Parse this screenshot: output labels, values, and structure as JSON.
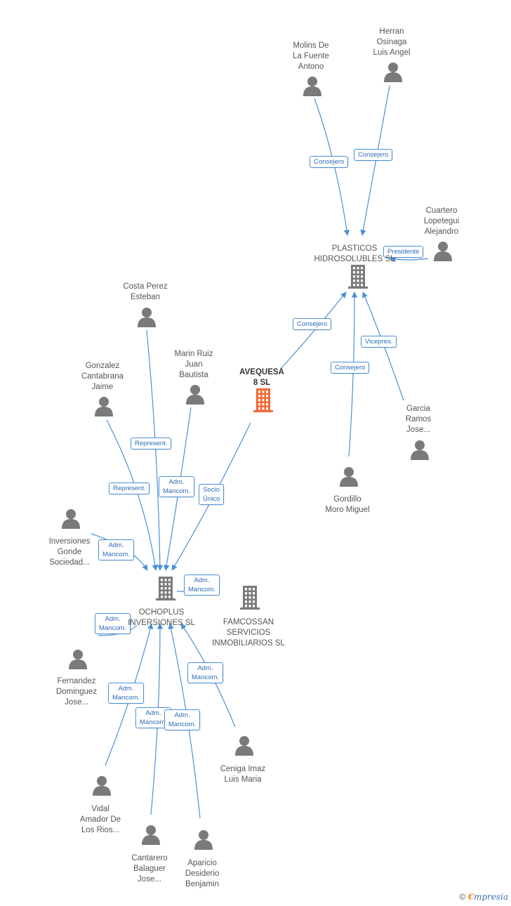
{
  "nodes": {
    "molins": {
      "label": "Molins De\nLa Fuente\nAntono",
      "type": "person"
    },
    "herran": {
      "label": "Herran\nOsinaga\nLuis Angel",
      "type": "person"
    },
    "cuartero": {
      "label": "Cuartero\nLopetegui\nAlejandro",
      "type": "person"
    },
    "plasticos": {
      "label": "PLASTICOS\nHIDROSOLUBLES SL",
      "type": "company"
    },
    "avequesa": {
      "label": "AVEQUESA\n8 SL",
      "type": "company-main"
    },
    "garcia": {
      "label": "Garcia\nRamos\nJose...",
      "type": "person"
    },
    "gordillo": {
      "label": "Gordillo\nMoro Miguel",
      "type": "person"
    },
    "costa": {
      "label": "Costa Perez\nEsteban",
      "type": "person"
    },
    "gonzalez": {
      "label": "Gonzalez\nCantabrana\nJaime",
      "type": "person"
    },
    "marin": {
      "label": "Marin Ruiz\nJuan\nBautista",
      "type": "person"
    },
    "inversiones_gonde": {
      "label": "Inversiones\nGonde\nSociedad...",
      "type": "person"
    },
    "ochoplus": {
      "label": "OCHOPLUS\nINVERSIONES SL",
      "type": "company"
    },
    "famcossan": {
      "label": "FAMCOSSAN\nSERVICIOS\nINMOBILIARIOS SL",
      "type": "company"
    },
    "fernandez": {
      "label": "Fernandez\nDominguez\nJose...",
      "type": "person"
    },
    "vidal": {
      "label": "Vidal\nAmador De\nLos Rios...",
      "type": "person"
    },
    "ceniga": {
      "label": "Ceniga Imaz\nLuis Maria",
      "type": "person"
    },
    "cantarero": {
      "label": "Cantarero\nBalaguer\nJose...",
      "type": "person"
    },
    "aparicio": {
      "label": "Aparicio\nDesiderio\nBenjamin",
      "type": "person"
    }
  },
  "edges": [
    {
      "from": "molins",
      "to": "plasticos",
      "label": "Consejero"
    },
    {
      "from": "herran",
      "to": "plasticos",
      "label": "Consejero"
    },
    {
      "from": "cuartero",
      "to": "plasticos",
      "label": "Presidente"
    },
    {
      "from": "avequesa",
      "to": "plasticos",
      "label": "Consejero"
    },
    {
      "from": "gordillo",
      "to": "plasticos",
      "label": "Consejero"
    },
    {
      "from": "garcia",
      "to": "plasticos",
      "label": "Vicepres."
    },
    {
      "from": "costa",
      "to": "ochoplus",
      "label": "Represent."
    },
    {
      "from": "gonzalez",
      "to": "ochoplus",
      "label": "Represent."
    },
    {
      "from": "marin",
      "to": "ochoplus",
      "label": "Adm.\nMancom."
    },
    {
      "from": "avequesa",
      "to": "ochoplus",
      "label": "Socio\nÚnico"
    },
    {
      "from": "inversiones_gonde",
      "to": "ochoplus",
      "label": "Adm.\nMancom."
    },
    {
      "from": "famcossan",
      "to": "ochoplus",
      "label": "Adm.\nMancom."
    },
    {
      "from": "fernandez",
      "to": "ochoplus",
      "label": "Adm.\nMancom."
    },
    {
      "from": "vidal",
      "to": "ochoplus",
      "label": "Adm.\nMancom."
    },
    {
      "from": "cantarero",
      "to": "ochoplus",
      "label": "Adm.\nMancom."
    },
    {
      "from": "aparicio",
      "to": "ochoplus",
      "label": "Adm.\nMancom."
    },
    {
      "from": "ceniga",
      "to": "ochoplus",
      "label": "Adm.\nMancom."
    }
  ],
  "footer": {
    "copyright": "©",
    "brand_e": "€",
    "brand_rest": "mpresia"
  },
  "colors": {
    "person": "#7a7a7a",
    "company": "#7a7a7a",
    "company_main": "#f06a35",
    "edge": "#4a90d9"
  }
}
